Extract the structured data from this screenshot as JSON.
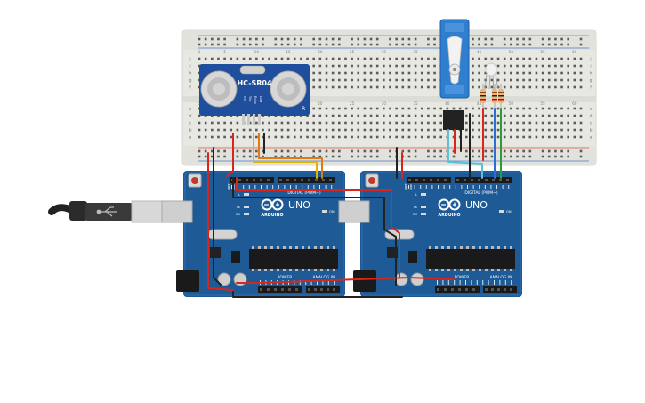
{
  "colors": {
    "background": "#ffffff",
    "breadboard": "#e8e8e3",
    "board_blue": "#1e5a96",
    "sensor_blue": "#1f4e9c",
    "wire_red": "#d9261c",
    "wire_black": "#222222",
    "wire_yellow": "#e0b400",
    "wire_orange": "#e07a10",
    "wire_cyan": "#5ec0d8",
    "wire_blue": "#2a6fd6",
    "wire_green": "#2e9a3a",
    "servo_blue": "#2f7fd0"
  },
  "sensor": {
    "model": "HC-SR04",
    "pins": [
      "Vcc",
      "Trig",
      "Echo",
      "Gnd"
    ],
    "corner_mark": "R"
  },
  "arduino_left": {
    "brand": "ARDUINO",
    "model": "UNO",
    "digital_label": "DIGITAL (PWM~)",
    "power_label": "POWER",
    "analog_label": "ANALOG IN",
    "aref_label": "AREF",
    "gnd_label": "GND",
    "on_label": "ON",
    "tx_label": "TX",
    "rx_label": "RX",
    "l_label": "L"
  },
  "arduino_right": {
    "brand": "ARDUINO",
    "model": "UNO",
    "digital_label": "DIGITAL (PWM~)",
    "power_label": "POWER",
    "analog_label": "ANALOG IN",
    "aref_label": "AREF",
    "gnd_label": "GND",
    "on_label": "ON",
    "tx_label": "TX",
    "rx_label": "RX",
    "l_label": "L"
  },
  "breadboard": {
    "row_letters_top": [
      "j",
      "i",
      "h",
      "g",
      "f"
    ],
    "row_letters_bottom": [
      "e",
      "d",
      "c",
      "b",
      "a"
    ],
    "column_numbers": [
      "1",
      "5",
      "10",
      "15",
      "20",
      "25",
      "30",
      "35",
      "40",
      "45",
      "50",
      "55",
      "60"
    ]
  }
}
